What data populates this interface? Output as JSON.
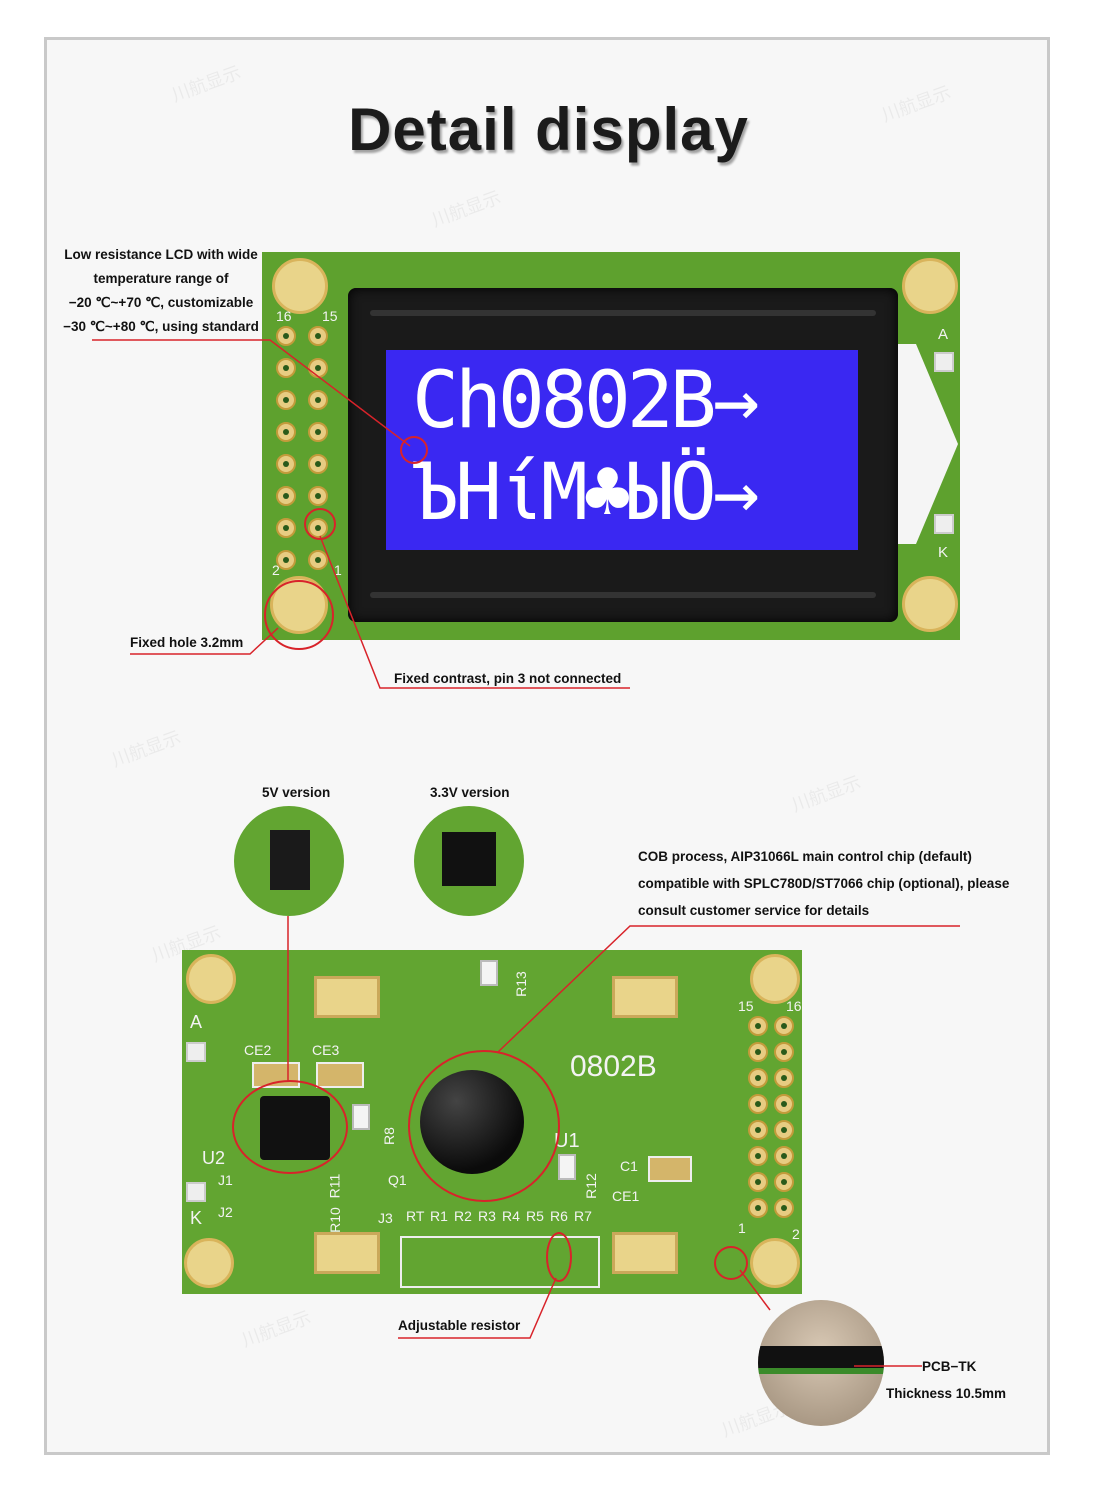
{
  "title": "Detail display",
  "annotations": {
    "lcd_note_line1": "Low resistance LCD with wide",
    "lcd_note_line2": "temperature range of",
    "lcd_note_line3": "−20 ℃~+70 ℃, customizable",
    "lcd_note_line4": "−30 ℃~+80 ℃, using standard",
    "fixed_hole": "Fixed hole 3.2mm",
    "fixed_contrast": "Fixed contrast, pin 3 not connected",
    "v5_version": "5V version",
    "v33_version": "3.3V version",
    "cob_line1": "COB process, AIP31066L main control chip (default)",
    "cob_line2": "compatible with SPLC780D/ST7066 chip (optional), please",
    "cob_line3": "consult customer service for details",
    "adjustable_resistor": "Adjustable resistor",
    "pcb_tk": "PCB−TK",
    "thickness": "Thickness 10.5mm"
  },
  "lcd_screen": {
    "line1": "Ch0802B→",
    "line2": "ЪНίМ♣ЫÖ→",
    "pin_label_top_left": "16",
    "pin_label_top_right": "15",
    "pin_label_bottom_left": "2",
    "pin_label_bottom_right": "1",
    "anode_label": "A",
    "cathode_label": "K"
  },
  "pcb_back": {
    "model": "0802B",
    "labels": {
      "r13": "R13",
      "ce2": "CE2",
      "ce3": "CE3",
      "u2": "U2",
      "u1": "U1",
      "r8": "R8",
      "q1": "Q1",
      "r11": "R11",
      "r10": "R10",
      "j1": "J1",
      "j2": "J2",
      "j3": "J3",
      "c1": "C1",
      "ce1": "CE1",
      "r12": "R12",
      "a": "A",
      "k": "K",
      "pin15": "15",
      "pin16": "16",
      "pin1": "1",
      "pin2": "2",
      "r_series": [
        "RT",
        "R1",
        "R2",
        "R3",
        "R4",
        "R5",
        "R6",
        "R7"
      ]
    }
  },
  "colors": {
    "pcb_green": "#5ea12e",
    "lcd_blue": "#3a28f2",
    "bezel_black": "#1a1a1a",
    "callout_red": "#d8232a",
    "pad_gold": "#e7cc82"
  }
}
